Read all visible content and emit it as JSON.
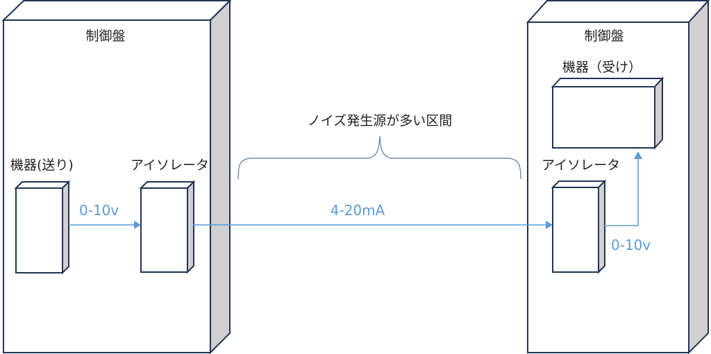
{
  "left_panel": {
    "title": "制御盤",
    "sender_label": "機器(送り)",
    "isolator_label": "アイソレータ",
    "signal_label": "0-10v"
  },
  "transmission": {
    "noise_label": "ノイズ発生源が多い区間",
    "signal_label": "4-20mA"
  },
  "right_panel": {
    "title": "制御盤",
    "receiver_label": "機器（受け）",
    "isolator_label": "アイソレータ",
    "signal_label": "0-10v"
  },
  "colors": {
    "signal": "#5b9bd5",
    "outline": "#1f3354",
    "side": "#d0d0d0"
  }
}
